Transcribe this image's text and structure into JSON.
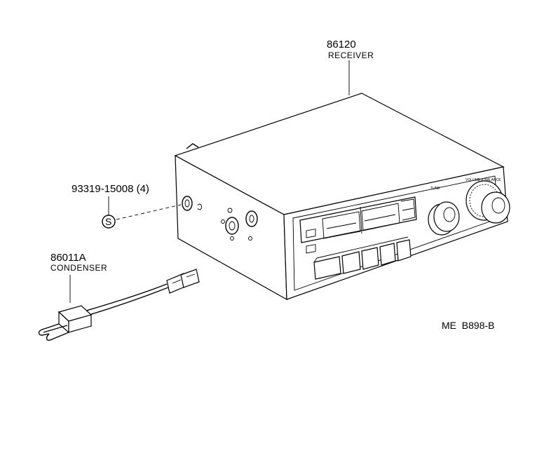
{
  "parts": {
    "receiver": {
      "number": "86120",
      "name": "RECEIVER"
    },
    "screw": {
      "number": "93319-15008 (4)",
      "symbol": "S"
    },
    "condenser": {
      "number": "86011A",
      "name": "CONDENSER"
    }
  },
  "panel": {
    "tune_label": "TUNE",
    "vol_label": "VOLUME & BALANCE"
  },
  "diagram_code": "ME  B898-B"
}
